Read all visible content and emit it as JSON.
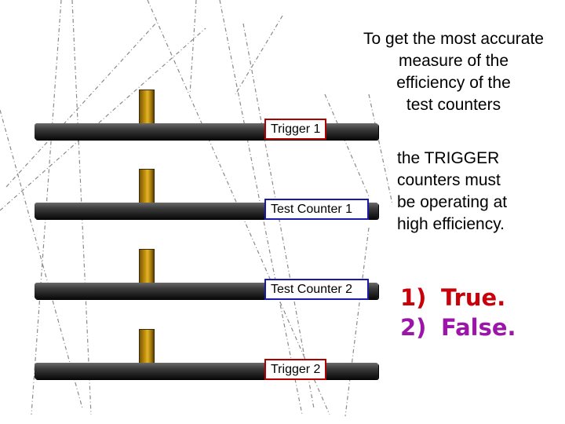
{
  "question": {
    "title_lines": [
      "To get the most accurate",
      "measure of the",
      "efficiency of the",
      "test counters"
    ],
    "body_lines": [
      "the TRIGGER",
      "counters must",
      "be operating at",
      "high efficiency."
    ]
  },
  "counters": [
    {
      "label": "Trigger 1",
      "kind": "trigger"
    },
    {
      "label": "Test Counter 1",
      "kind": "test"
    },
    {
      "label": "Test Counter 2",
      "kind": "test"
    },
    {
      "label": "Trigger 2",
      "kind": "trigger"
    }
  ],
  "answers": [
    {
      "number": "1)",
      "text": "True.",
      "color": "#c8000a"
    },
    {
      "number": "2)",
      "text": "False.",
      "color": "#9b16a8"
    }
  ],
  "colors": {
    "trigger_border": "#b00000",
    "test_border": "#1a1aa8",
    "track_line": "#8a8a8a"
  }
}
